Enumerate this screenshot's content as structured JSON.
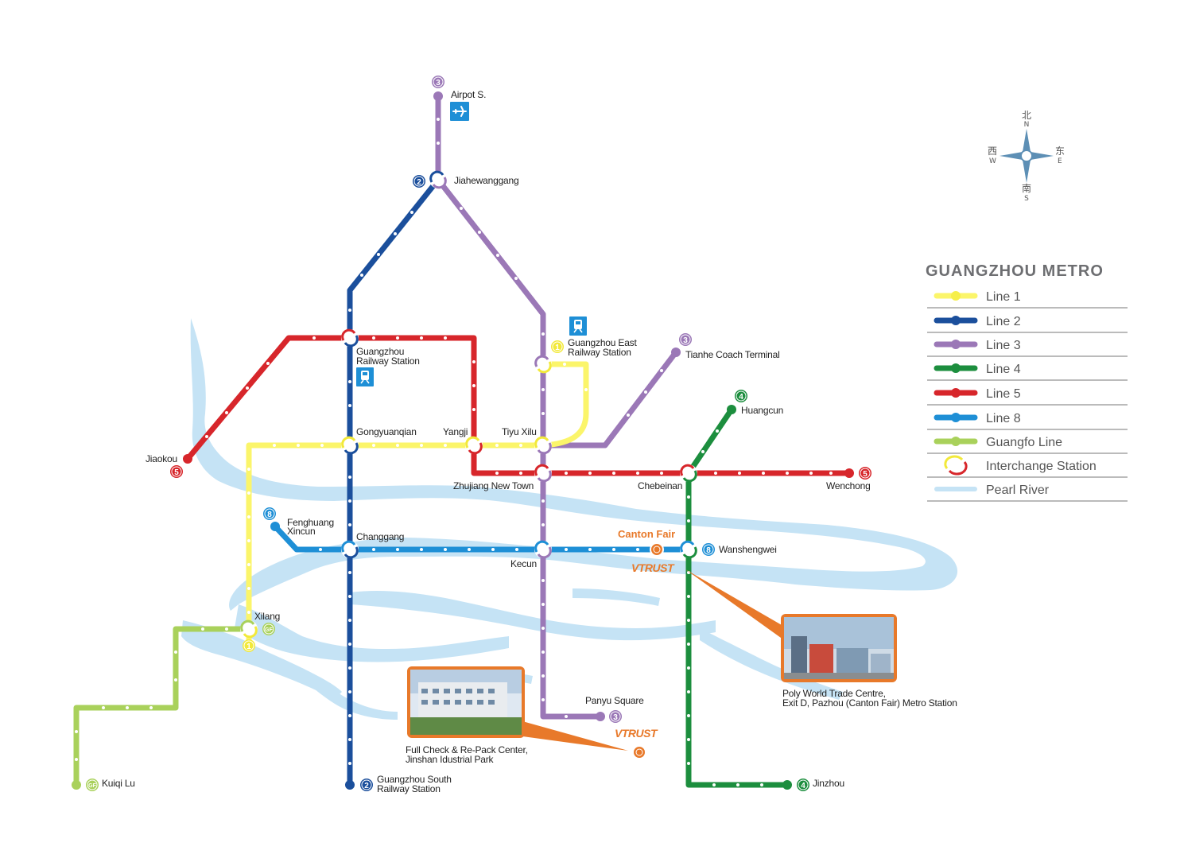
{
  "legend": {
    "title": "GUANGZHOU METRO",
    "items": [
      {
        "label": "Line 1",
        "color": "#fbf56a"
      },
      {
        "label": "Line 2",
        "color": "#1b4f9c"
      },
      {
        "label": "Line 3",
        "color": "#9b78b7"
      },
      {
        "label": "Line 4",
        "color": "#1c8e3e"
      },
      {
        "label": "Line 5",
        "color": "#d7262b"
      },
      {
        "label": "Line 8",
        "color": "#1e8fd6"
      },
      {
        "label": "Guangfo Line",
        "color": "#a9d15b"
      },
      {
        "label": "Interchange Station",
        "color": "#d7262b"
      },
      {
        "label": "Pearl River",
        "color": "#bfe0f3"
      }
    ]
  },
  "compass": {
    "north": "北",
    "n": "N",
    "south": "南",
    "s": "S",
    "east": "东",
    "e": "E",
    "west": "西",
    "w": "W"
  },
  "line_badges": {
    "l1": "1",
    "l2": "2",
    "l3": "3",
    "l4": "4",
    "l5": "5",
    "l8": "8",
    "gf": "GF"
  },
  "stations": {
    "airport": "Airpot S.",
    "jiahewanggang": "Jiahewanggang",
    "guangzhou_railway_1": "Guangzhou",
    "guangzhou_railway_2": "Railway Station",
    "guangzhou_east_1": "Guangzhou East",
    "guangzhou_east_2": "Railway Station",
    "tianhe_coach": "Tianhe Coach Terminal",
    "huangcun": "Huangcun",
    "jiaokou": "Jiaokou",
    "gongyuanqian": "Gongyuanqian",
    "yangji": "Yangji",
    "tiyu_xilu": "Tiyu Xilu",
    "zhujiang_new_town": "Zhujiang New Town",
    "chebeinan": "Chebeinan",
    "wenchong": "Wenchong",
    "fenghuang_1": "Fenghuang",
    "fenghuang_2": "Xincun",
    "changgang": "Changgang",
    "kecun": "Kecun",
    "wanshengwei": "Wanshengwei",
    "xilang": "Xilang",
    "kuiqi_lu": "Kuiqi Lu",
    "guangzhou_south_1": "Guangzhou South",
    "guangzhou_south_2": "Railway Station",
    "panyu_square": "Panyu Square",
    "jinzhou": "Jinzhou"
  },
  "poi": {
    "canton_fair": "Canton Fair",
    "vtrust_1": "VTRUST",
    "vtrust_2": "VTRUST",
    "poly_caption_1": "Poly World Trade Centre,",
    "poly_caption_2": "Exit D, Pazhou (Canton Fair) Metro Station",
    "jinshan_caption_1": "Full Check & Re-Pack Center,",
    "jinshan_caption_2": "Jinshan Idustrial Park"
  }
}
